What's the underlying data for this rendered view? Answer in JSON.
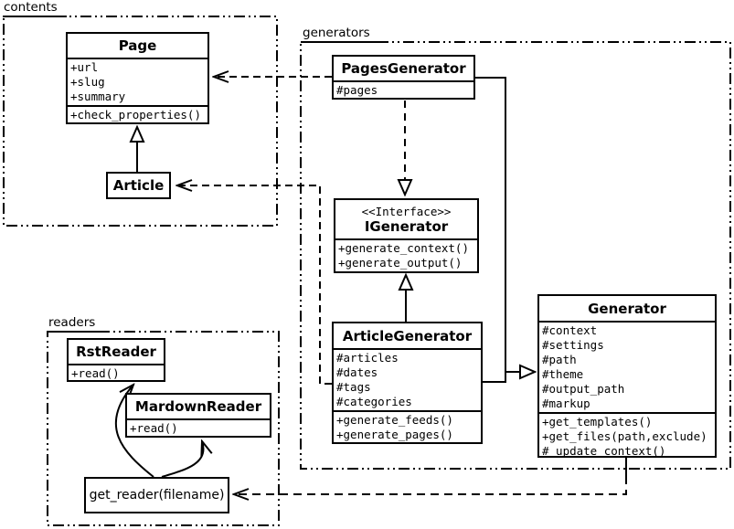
{
  "packages": {
    "contents": {
      "label": "contents"
    },
    "generators": {
      "label": "generators"
    },
    "readers": {
      "label": "readers"
    }
  },
  "classes": {
    "page": {
      "title": "Page",
      "attributes": [
        "+url",
        "+slug",
        "+summary"
      ],
      "methods": [
        "+check_properties()"
      ]
    },
    "article": {
      "title": "Article"
    },
    "pages_generator": {
      "title": "PagesGenerator",
      "attributes": [
        "#pages"
      ]
    },
    "igenerator": {
      "stereotype": "<<Interface>>",
      "title": "IGenerator",
      "methods": [
        "+generate_context()",
        "+generate_output()"
      ]
    },
    "article_generator": {
      "title": "ArticleGenerator",
      "attributes": [
        "#articles",
        "#dates",
        "#tags",
        "#categories"
      ],
      "methods": [
        "+generate_feeds()",
        "+generate_pages()"
      ]
    },
    "generator": {
      "title": "Generator",
      "attributes": [
        "#context",
        "#settings",
        "#path",
        "#theme",
        "#output_path",
        "#markup"
      ],
      "methods": [
        "+get_templates()",
        "+get_files(path,exclude)",
        "#_update_context()"
      ]
    },
    "rst_reader": {
      "title": "RstReader",
      "methods": [
        "+read()"
      ]
    },
    "mardown_reader": {
      "title": "MardownReader",
      "methods": [
        "+read()"
      ]
    },
    "get_reader": {
      "title": "get_reader(filename)"
    }
  },
  "colors": {
    "line": "#000000",
    "background": "#ffffff"
  }
}
